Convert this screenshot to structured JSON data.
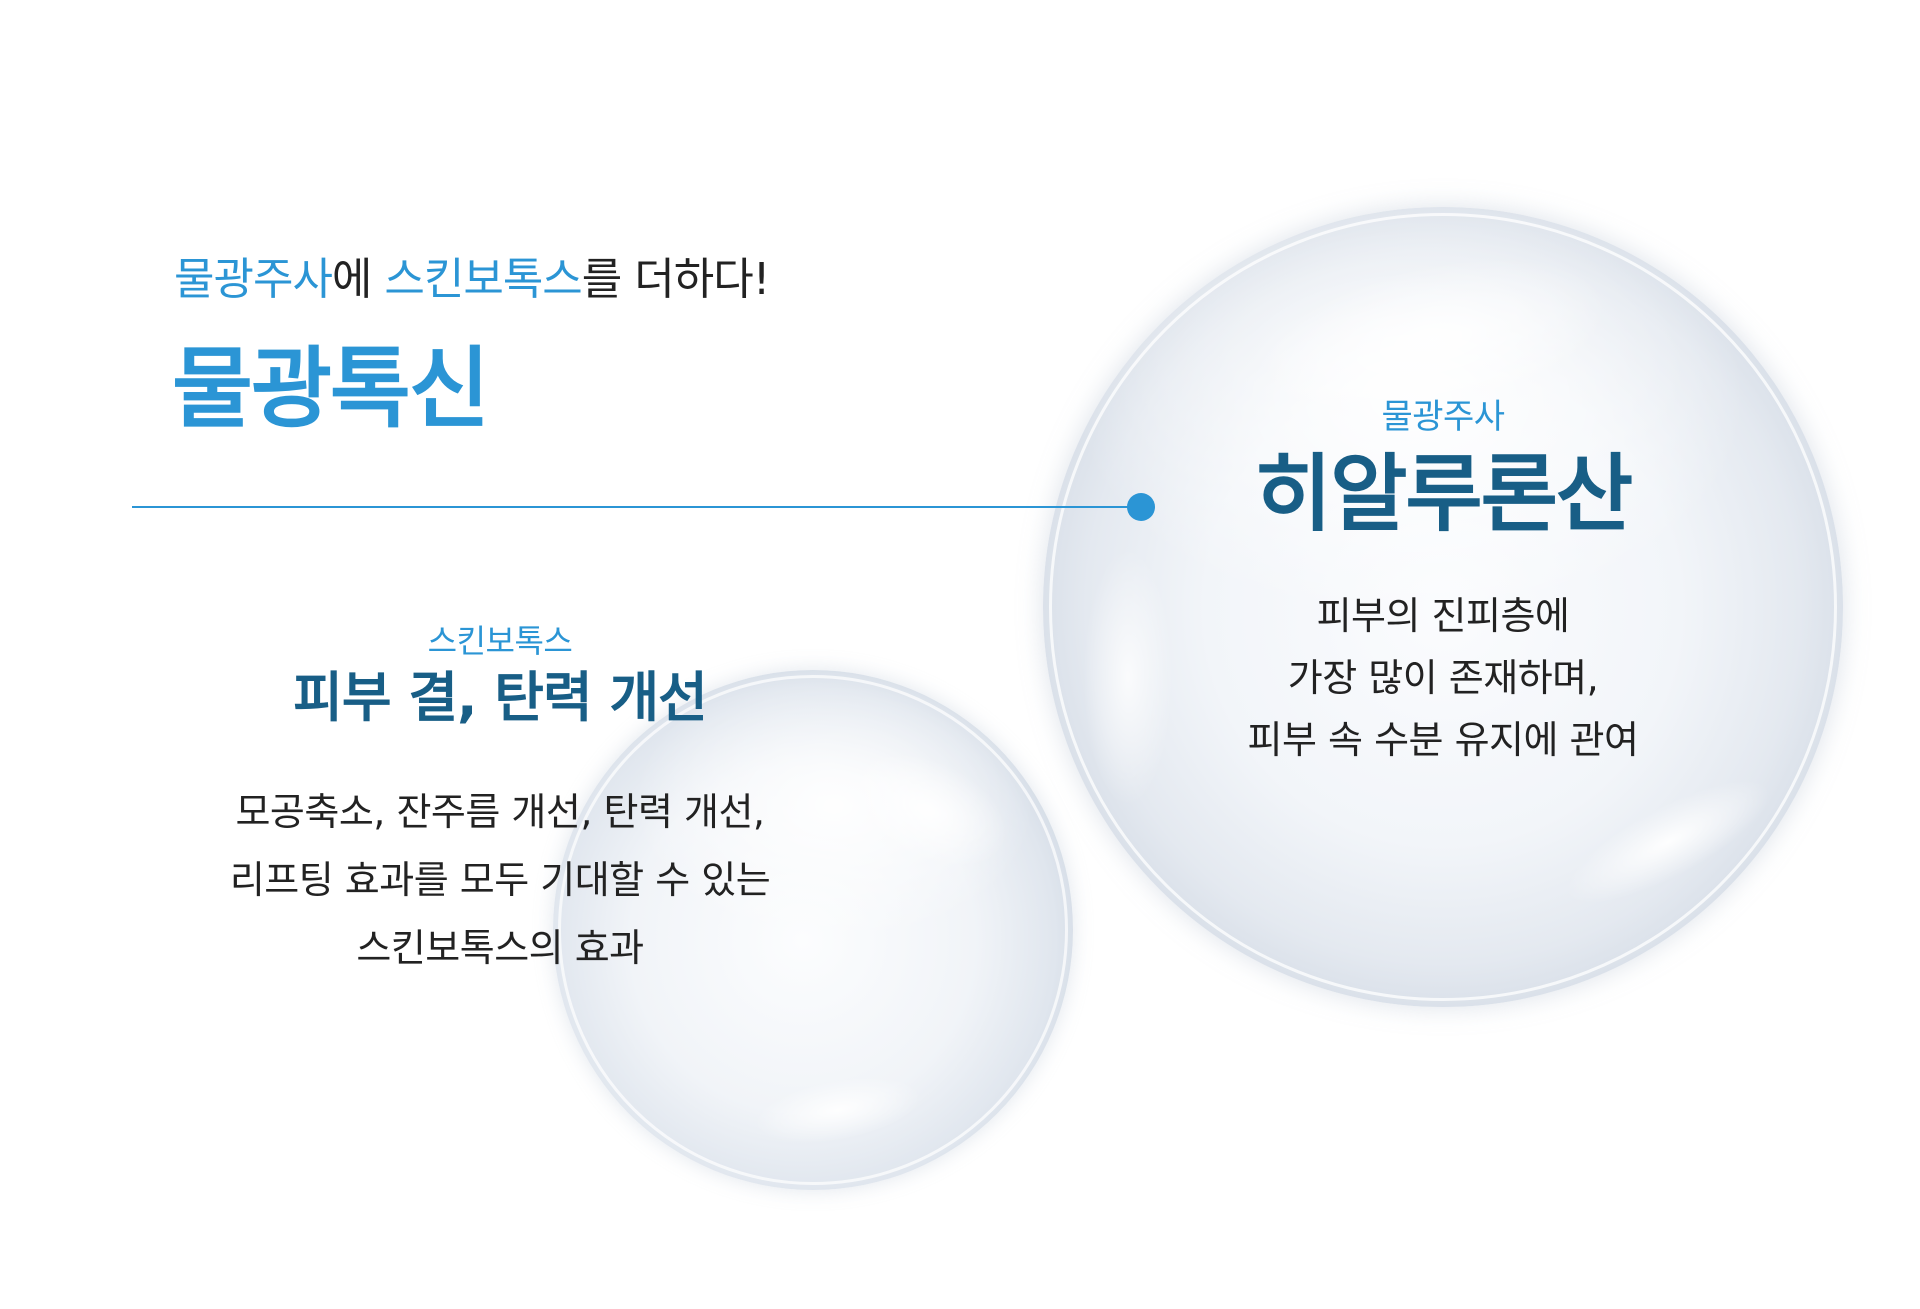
{
  "headline": {
    "part1": "물광주사",
    "part2": "에 ",
    "part3": "스킨보톡스",
    "part4": "를 더하다!"
  },
  "brand_title": "물광톡신",
  "hyaluronic": {
    "subtitle": "물광주사",
    "title": "히알루론산",
    "lines": [
      "피부의 진피층에",
      "가장 많이 존재하며,",
      "피부 속 수분 유지에 관여"
    ]
  },
  "skinbotox": {
    "subtitle": "스킨보톡스",
    "title": "피부 결, 탄력 개선",
    "lines": [
      "모공축소, 잔주름 개선, 탄력 개선,",
      "리프팅 효과를 모두 기대할 수 있는",
      "스킨보톡스의 효과"
    ]
  },
  "colors": {
    "accent_blue": "#2b95d5",
    "dark_blue": "#185e86",
    "text": "#222222",
    "background": "#ffffff"
  }
}
